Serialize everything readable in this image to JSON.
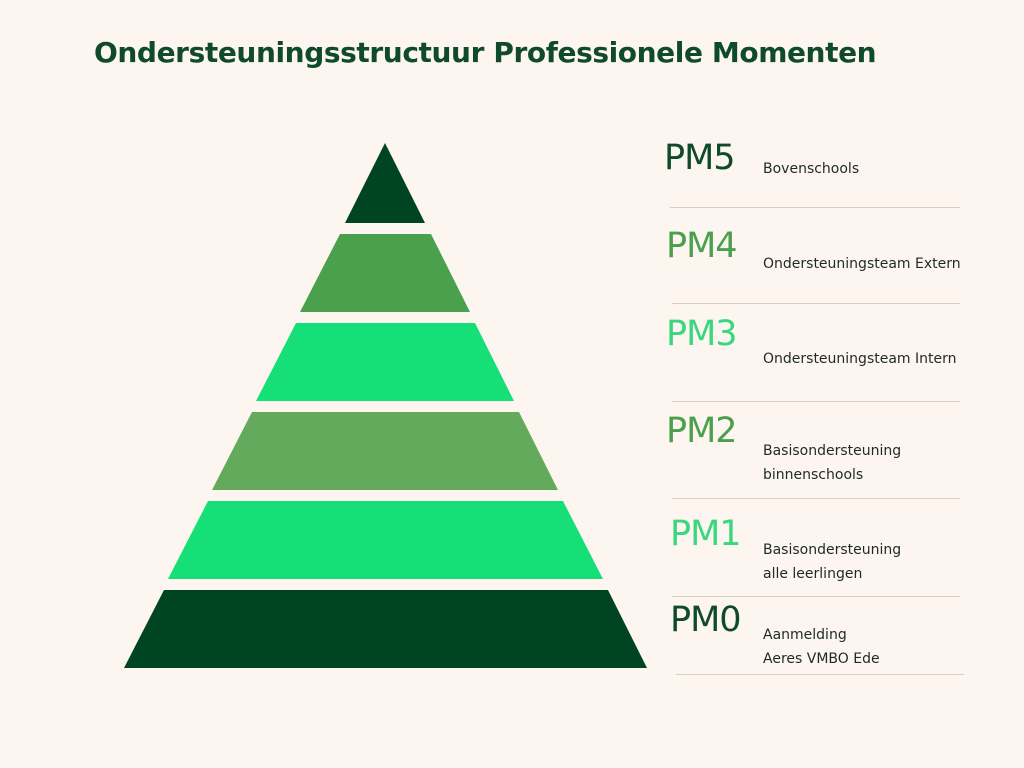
{
  "title": "Ondersteuningsstructuur Professionele Momenten",
  "colors": {
    "background": "#fdf5ef",
    "title": "#0f4a2b",
    "dark_green": "#004522",
    "mid_green": "#4aa04d",
    "bright_green": "#17df78",
    "soft_green": "#63aa5d"
  },
  "levels": [
    {
      "code": "PM5",
      "line1": "Bovenschools",
      "line2": ""
    },
    {
      "code": "PM4",
      "line1": "Ondersteuningsteam Extern",
      "line2": ""
    },
    {
      "code": "PM3",
      "line1": "Ondersteuningsteam Intern",
      "line2": ""
    },
    {
      "code": "PM2",
      "line1": "Basisondersteuning",
      "line2": "binnenschools"
    },
    {
      "code": "PM1",
      "line1": "Basisondersteuning",
      "line2": "alle leerlingen"
    },
    {
      "code": "PM0",
      "line1": "Aanmelding",
      "line2": "Aeres VMBO Ede"
    }
  ]
}
